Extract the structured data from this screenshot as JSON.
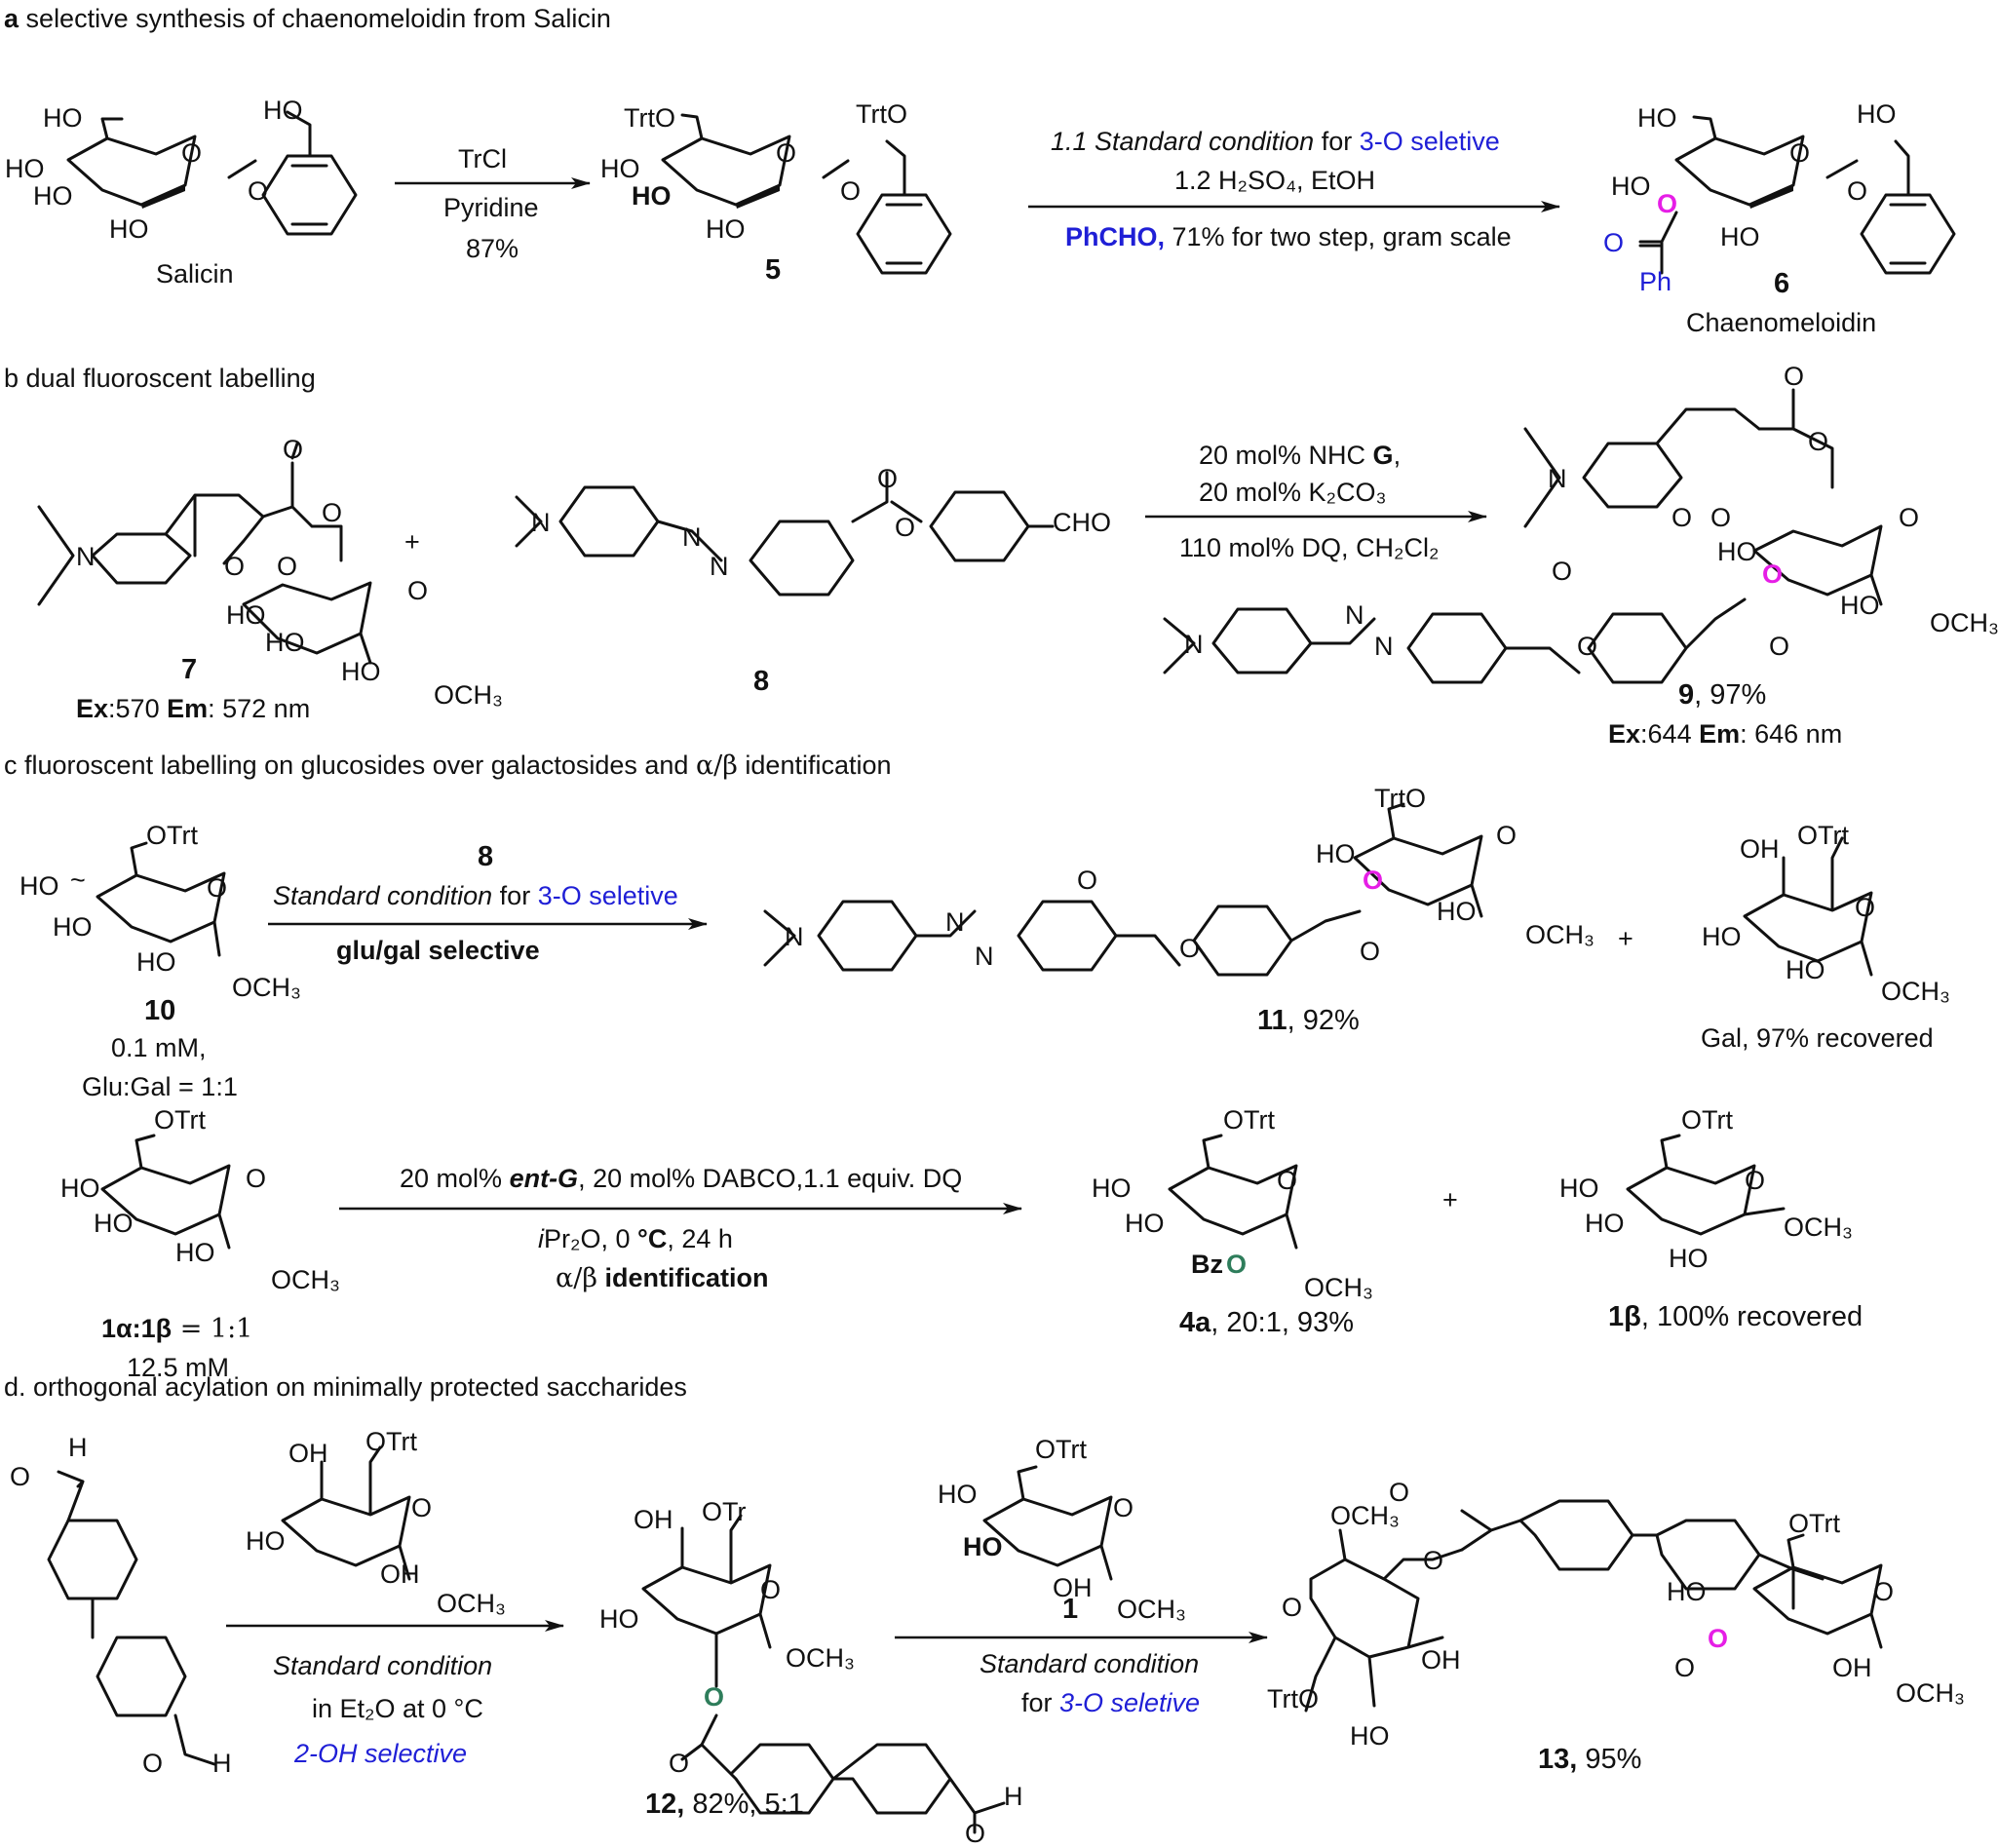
{
  "colors": {
    "ink": "#111111",
    "selectivity_blue": "#1f1fd6",
    "acyl_oxygen_magenta": "#e61ee6",
    "ester_oxygen_green": "#2e7d5b"
  },
  "sections": {
    "a": {
      "letter": "a",
      "title": "selective synthesis of chaenomeloidin from Salicin"
    },
    "b": {
      "title": "b dual fluoroscent labelling"
    },
    "c": {
      "title": "c  fluoroscent labelling on glucosides over galactosides and",
      "alpha_beta": "α/β",
      "title_end": "identification"
    },
    "d": {
      "title": "d. orthogonal acylation on minimally protected saccharides"
    }
  },
  "atoms": {
    "HO": "HO",
    "OH": "OH",
    "O": "O",
    "OTrt": "OTrt",
    "TrtO": "TrtO",
    "OTr": "OTr",
    "OCH3": "OCH₃",
    "CHO": "CHO",
    "N": "N",
    "H": "H",
    "Bz": "Bz",
    "Ph": "Ph",
    "plus": "+",
    "tilde": "~"
  },
  "scheme_a": {
    "salicin_label": "Salicin",
    "step1": {
      "reagent": "TrCl",
      "solvent": "Pyridine",
      "yield": "87%"
    },
    "compound5_num": "5",
    "step2": {
      "line1_italic": "1.1 Standard condition",
      "line1_for": " for ",
      "line1_blue": "3-O seletive",
      "line2": "1.2 H₂SO₄, EtOH",
      "line3_blue_bold": "PhCHO,",
      "line3_rest": " 71% for two step, gram scale"
    },
    "compound6_num": "6",
    "compound6_name": "Chaenomeloidin"
  },
  "scheme_b": {
    "compound7_num": "7",
    "compound7_ex_label": "Ex",
    "compound7_ex_value": ":570 ",
    "compound7_em_label": "Em",
    "compound7_em_value": ": 572 nm",
    "compound8_num": "8",
    "conditions": {
      "line1_pre": "20 mol% NHC ",
      "line1_bold": "G",
      "line1_post": ",",
      "line2": "20 mol% K₂CO₃",
      "line3": "110 mol% DQ, CH₂Cl₂"
    },
    "compound9_num": "9",
    "compound9_yield": ", 97%",
    "compound9_ex_label": "Ex",
    "compound9_ex_value": ":644 ",
    "compound9_em_label": "Em",
    "compound9_em_value": ": 646 nm"
  },
  "scheme_c": {
    "compound10_num": "10",
    "compound10_conc": "0.1 mM,",
    "compound10_ratio": "Glu:Gal = 1:1",
    "reagent8_num": "8",
    "cond_italic": "Standard condition",
    "cond_for": " for ",
    "cond_blue": "3-O seletive",
    "cond_bold": "glu/gal selective",
    "compound11_num": "11",
    "compound11_yield": ", 92%",
    "gal_label": "Gal, 97% recovered",
    "mix_label_a": "1α:1β",
    "mix_label_eq": " = 1:1",
    "mix_conc": "12.5 mM",
    "cond2_line1_pre": "20 mol% ",
    "cond2_line1_bold": "ent-G",
    "cond2_line1_post": ", 20 mol% DABCO,1.1 equiv. DQ",
    "cond2_line2_i": "i",
    "cond2_line2_rest": "Pr₂O,  0 ",
    "cond2_line2_deg": "°C",
    "cond2_line2_end": ", 24 h",
    "cond2_line3_ab": "α/β",
    "cond2_line3_bold": " identification",
    "compound4a_num": "4a",
    "compound4a_yield": ", 20:1, 93%",
    "compound1b_num": "1β",
    "compound1b_yield": ", 100% recovered"
  },
  "scheme_d": {
    "cond1_italic": "Standard condition",
    "cond1_line2": "in Et₂O at 0 °C",
    "cond1_blue": "2-OH selective",
    "compound12_num": "12,",
    "compound12_yield": "  82%, 5:1",
    "reagent1_num": "1",
    "cond2_italic": "Standard condition",
    "cond2_for": "for ",
    "cond2_blue": "3-O seletive",
    "compound13_num": "13,",
    "compound13_yield": " 95%"
  }
}
